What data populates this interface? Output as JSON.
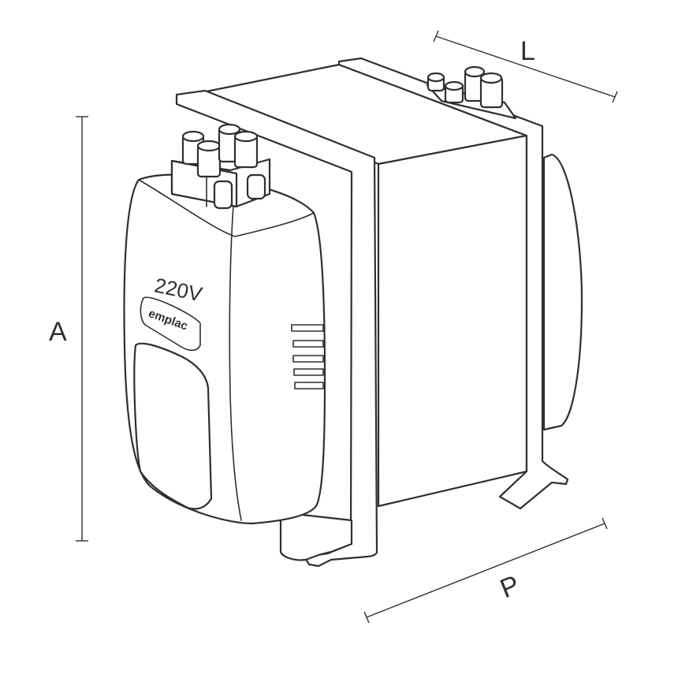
{
  "dimensions": {
    "height_label": "A",
    "length_label": "L",
    "depth_label": "P"
  },
  "device": {
    "voltage_label": "220V",
    "brand_label": "emplac"
  },
  "colors": {
    "line": "#2f2f33",
    "background": "#ffffff"
  }
}
